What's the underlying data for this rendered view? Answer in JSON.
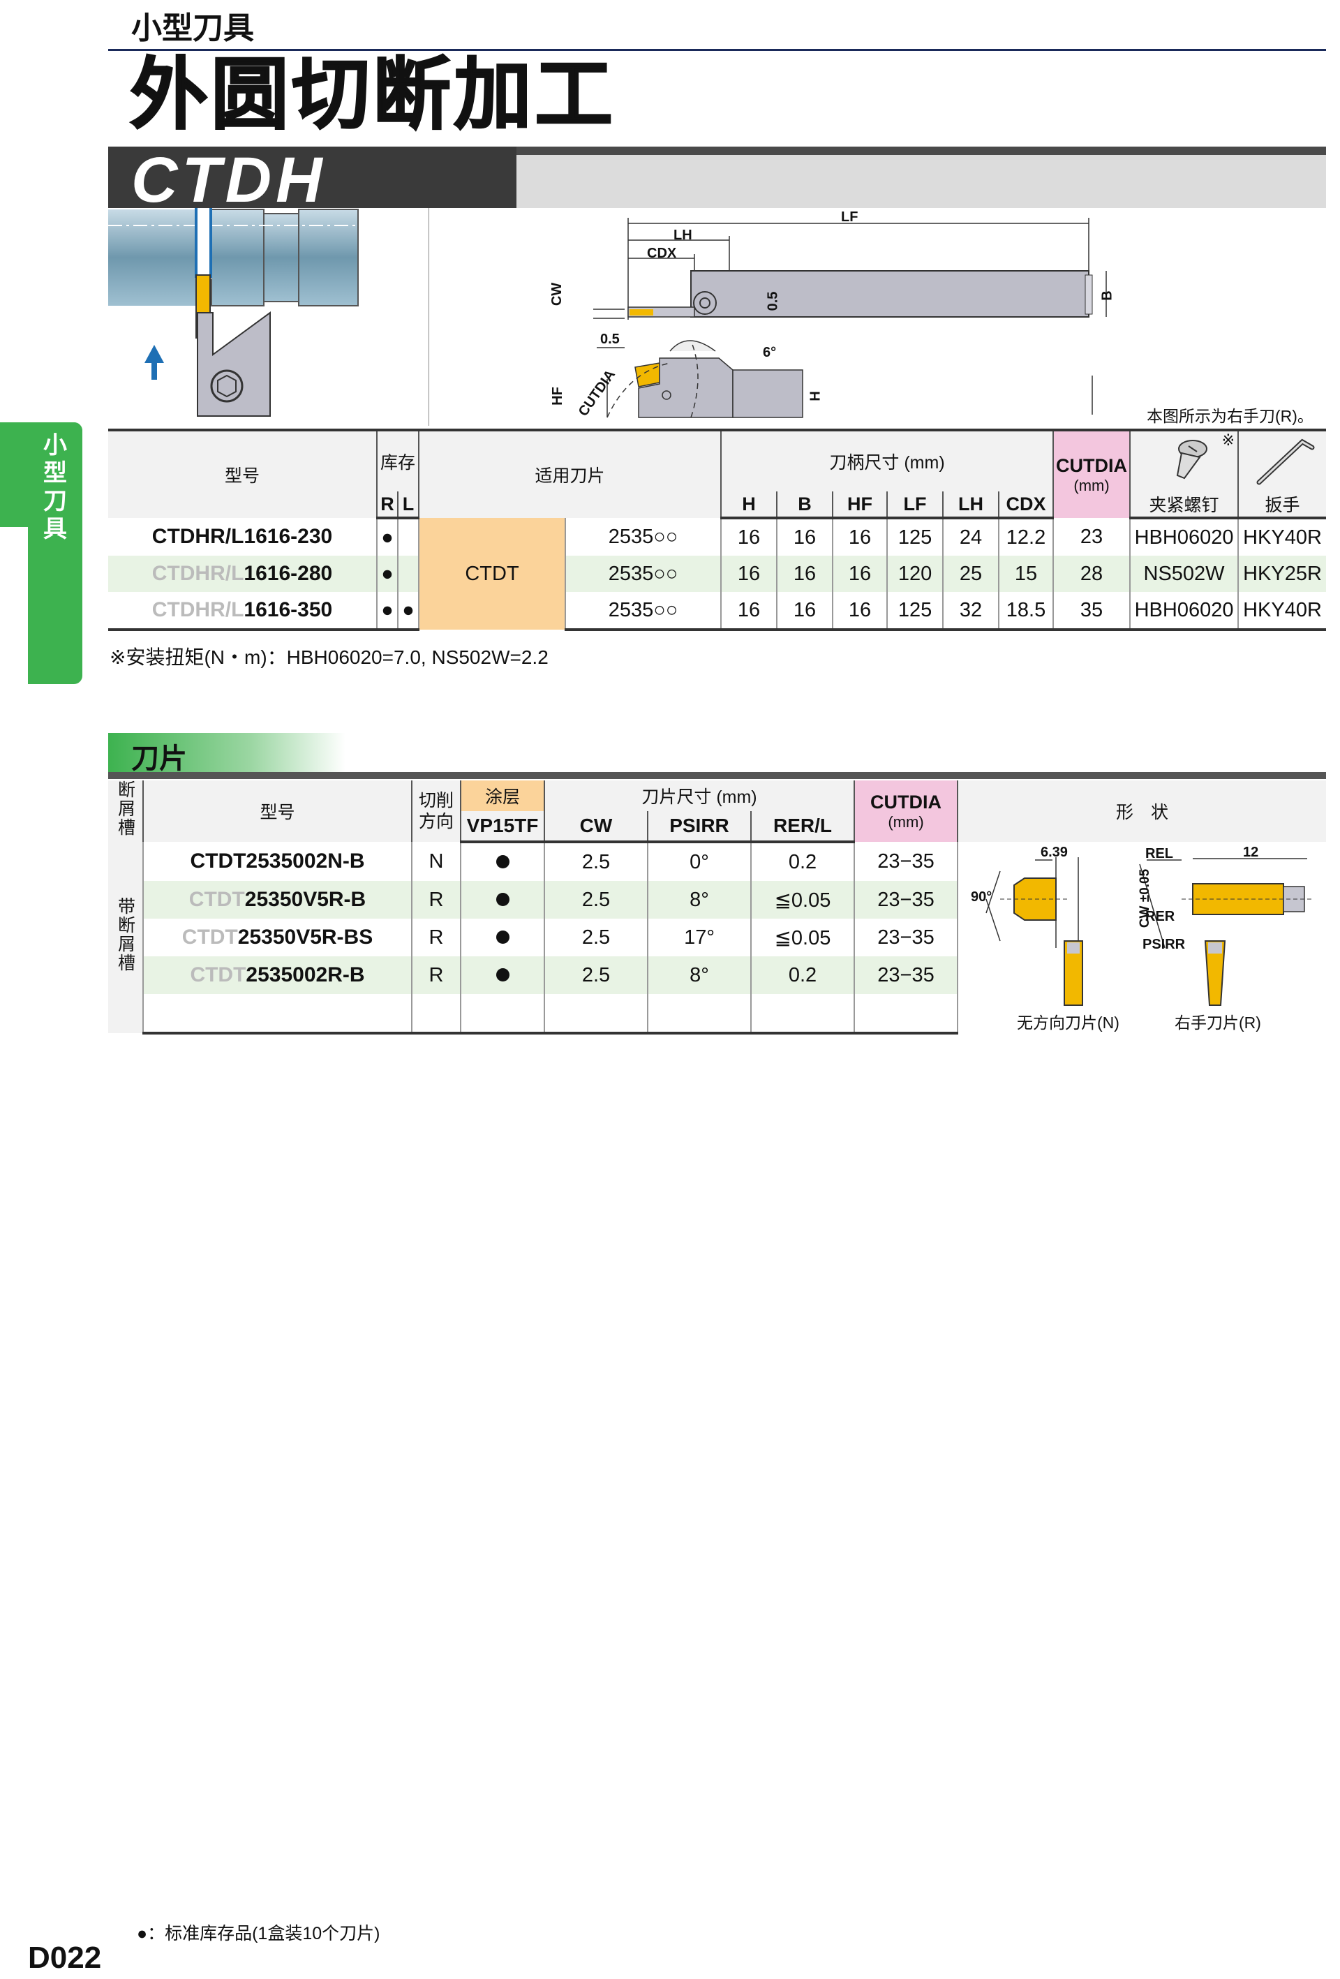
{
  "header": {
    "category": "小型刀具",
    "title": "外圆切断加工",
    "model": "CTDH"
  },
  "side_tab": "小型刀具",
  "diagram": {
    "note": "本图所示为右手刀(R)。",
    "labels": {
      "LF": "LF",
      "LH": "LH",
      "CDX": "CDX",
      "CW": "CW",
      "B": "B",
      "H": "H",
      "HF": "HF",
      "CUTDIA": "CUTDIA",
      "d05a": "0.5",
      "d05b": "0.5",
      "ang6": "6°",
      "mark": "※"
    }
  },
  "holder_table": {
    "headers": {
      "model": "型号",
      "stock": "库存",
      "R": "R",
      "L": "L",
      "insert": "适用刀片",
      "dims": "刀柄尺寸 (mm)",
      "H": "H",
      "B": "B",
      "HF": "HF",
      "LF": "LF",
      "LH": "LH",
      "CDX": "CDX",
      "cutdia": "CUTDIA",
      "cutdia_unit": "(mm)",
      "screw": "夹紧螺钉",
      "wrench": "扳手"
    },
    "insert_type": "CTDT",
    "rows": [
      {
        "pre": "",
        "model": "CTDHR/L1616-230",
        "R": "●",
        "L": "",
        "insert": "2535○○",
        "H": "16",
        "B": "16",
        "HF": "16",
        "LF": "125",
        "LH": "24",
        "CDX": "12.2",
        "cutdia": "23",
        "screw": "HBH06020",
        "wrench": "HKY40R"
      },
      {
        "pre": "CTDHR/L",
        "model": "1616-280",
        "R": "●",
        "L": "",
        "insert": "2535○○",
        "H": "16",
        "B": "16",
        "HF": "16",
        "LF": "120",
        "LH": "25",
        "CDX": "15",
        "cutdia": "28",
        "screw": "NS502W",
        "wrench": "HKY25R"
      },
      {
        "pre": "CTDHR/L",
        "model": "1616-350",
        "R": "●",
        "L": "●",
        "insert": "2535○○",
        "H": "16",
        "B": "16",
        "HF": "16",
        "LF": "125",
        "LH": "32",
        "CDX": "18.5",
        "cutdia": "35",
        "screw": "HBH06020",
        "wrench": "HKY40R"
      }
    ],
    "torque_note": "※安装扭矩(N・m)：HBH06020=7.0, NS502W=2.2"
  },
  "insert_section": {
    "title": "刀片"
  },
  "insert_table": {
    "headers": {
      "chip": "断屑槽",
      "model": "型号",
      "dir": "切削方向",
      "coating": "涂层",
      "grade": "VP15TF",
      "dims": "刀片尺寸 (mm)",
      "CW": "CW",
      "PSIRR": "PSIRR",
      "RERL": "RER/L",
      "cutdia": "CUTDIA",
      "cutdia_unit": "(mm)",
      "shape": "形　状"
    },
    "chip_group": "带断屑槽",
    "rows": [
      {
        "pre": "",
        "model": "CTDT2535002N-B",
        "dir": "N",
        "CW": "2.5",
        "PSIRR": "0°",
        "RERL": "0.2",
        "cutdia": "23−35"
      },
      {
        "pre": "CTDT",
        "model": "25350V5R-B",
        "dir": "R",
        "CW": "2.5",
        "PSIRR": "8°",
        "RERL": "≦0.05",
        "cutdia": "23−35"
      },
      {
        "pre": "CTDT",
        "model": "25350V5R-BS",
        "dir": "R",
        "CW": "2.5",
        "PSIRR": "17°",
        "RERL": "≦0.05",
        "cutdia": "23−35"
      },
      {
        "pre": "CTDT",
        "model": "2535002R-B",
        "dir": "R",
        "CW": "2.5",
        "PSIRR": "8°",
        "RERL": "0.2",
        "cutdia": "23−35"
      }
    ],
    "shape_labels": {
      "d639": "6.39",
      "ang90": "90°",
      "REL": "REL",
      "d12": "12",
      "RER": "RER",
      "PSIRR": "PSIRR",
      "CW": "CW ±0.05",
      "neutral": "无方向刀片(N)",
      "right": "右手刀片(R)"
    }
  },
  "legend": "●：标准库存品(1盒装10个刀片)",
  "page_number": "D022",
  "colors": {
    "green": "#3db24f",
    "pink": "#f3c6de",
    "orange": "#fbd39a",
    "yellow": "#f2b800",
    "blue": "#1e6fb4"
  }
}
